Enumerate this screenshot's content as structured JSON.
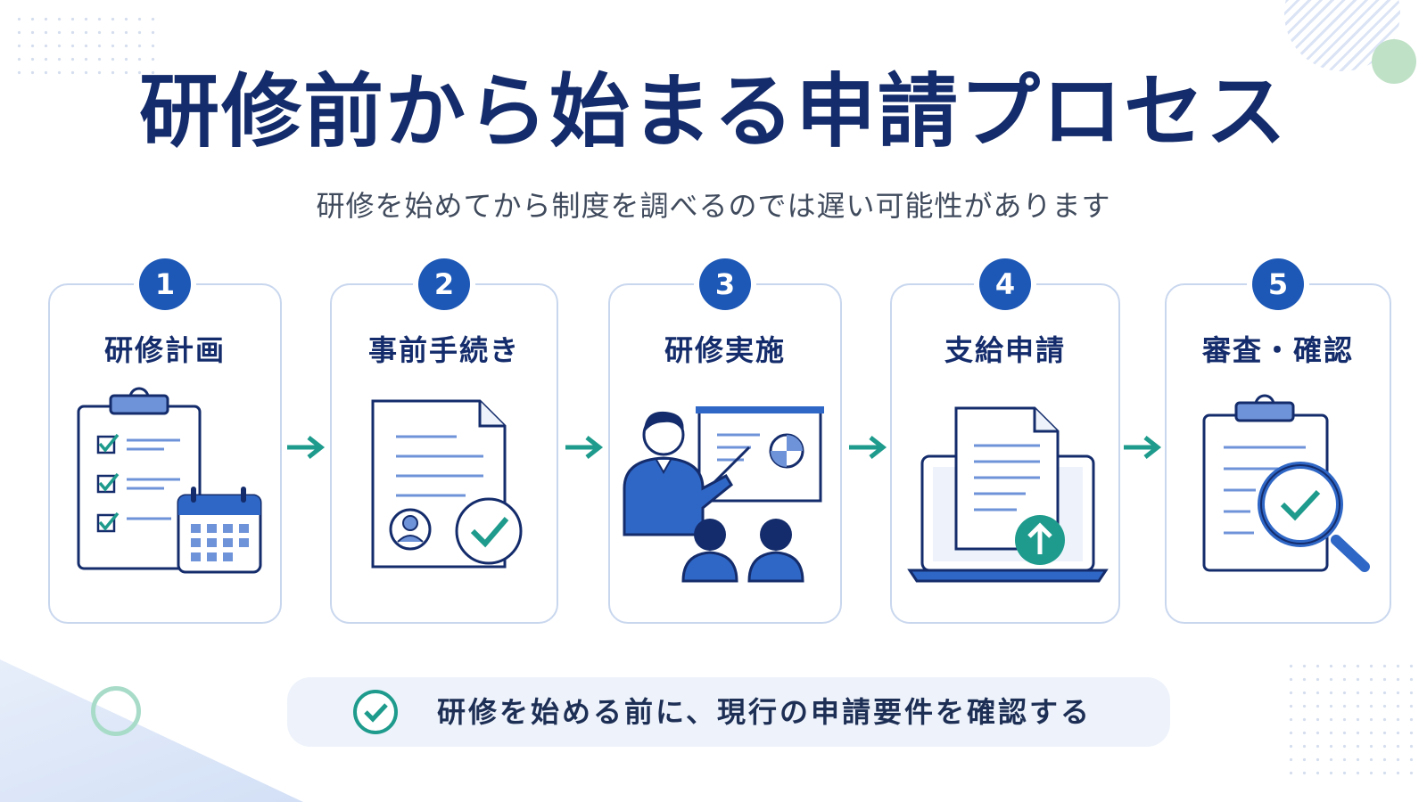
{
  "title": "研修前から始まる申請プロセス",
  "subtitle": "研修を始めてから制度を調べるのでは遅い可能性があります",
  "steps": [
    {
      "number": "1",
      "label": "研修計画"
    },
    {
      "number": "2",
      "label": "事前手続き"
    },
    {
      "number": "3",
      "label": "研修実施"
    },
    {
      "number": "4",
      "label": "支給申請"
    },
    {
      "number": "5",
      "label": "審査・確認"
    }
  ],
  "note": "研修を始める前に、現行の申請要件を確認する",
  "colors": {
    "navy": "#142c6b",
    "accent_blue": "#1d58b6",
    "teal": "#1e9b8c",
    "card_border": "#c9d7ee",
    "banner_bg": "#eef3fb"
  },
  "icons": [
    "clipboard-checklist-icon",
    "document-profile-check-icon",
    "presenter-whiteboard-icon",
    "laptop-document-upload-icon",
    "clipboard-magnifier-icon",
    "arrow-right-icon",
    "check-circle-icon"
  ]
}
